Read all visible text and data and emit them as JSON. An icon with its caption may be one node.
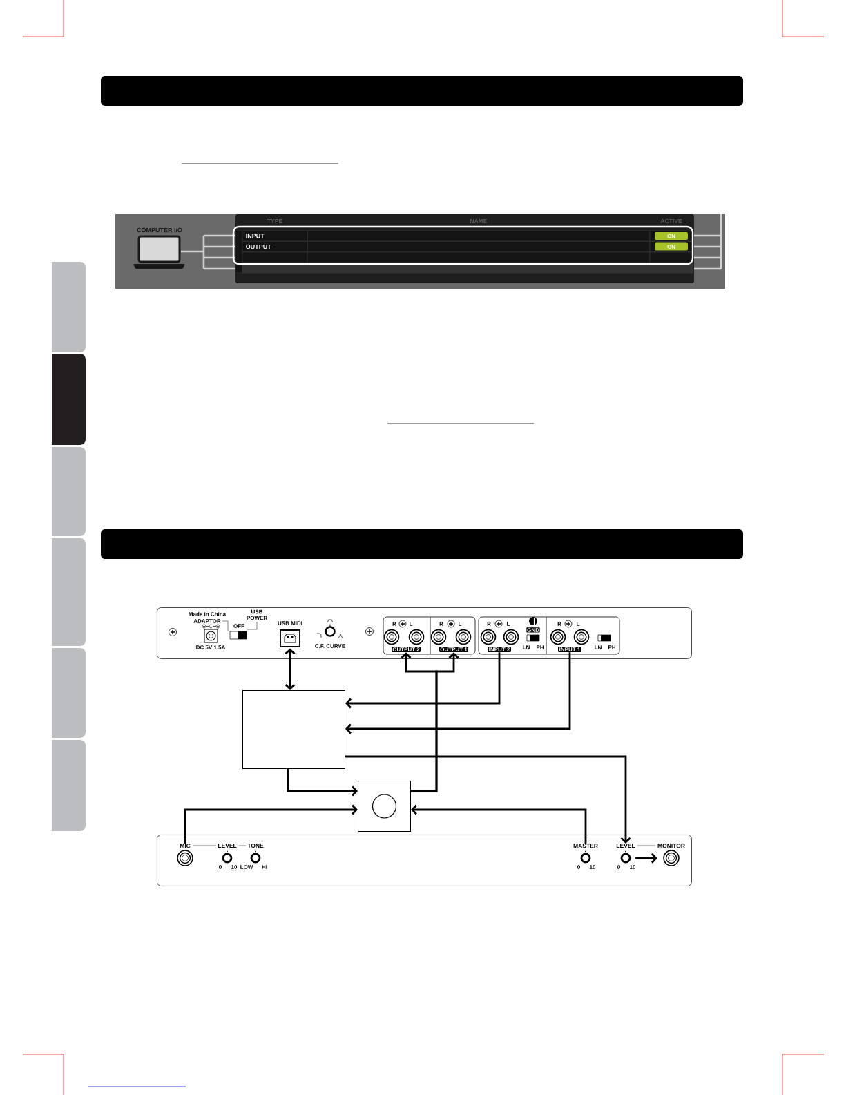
{
  "diagram": {
    "nodes": [
      {
        "text": [
          "Made in China",
          "ADAPTOR",
          "USB POWER",
          "R",
          "L",
          "R",
          "L",
          "R",
          "L",
          "R",
          "L",
          "OFF",
          "GND",
          "DC 5V 1.5A",
          "C.F. CURVE",
          "LN",
          "PH",
          "LN",
          "PH"
        ]
      },
      {
        "text": [
          "USB MIDI"
        ],
        "in": 0
      },
      {
        "text": [
          "OUTPUT 2"
        ],
        "in": 0
      },
      {
        "text": [
          "OUTPUT 1"
        ],
        "in": 0
      },
      {
        "text": [
          "INPUT 2"
        ],
        "in": 0
      },
      {
        "text": [
          "INPUT 1"
        ],
        "in": 0
      },
      {
        "text": [],
        "shape": "box"
      },
      {
        "text": [],
        "shape": "box"
      },
      {
        "text": [
          "LEVEL",
          "TONE",
          "0",
          "10",
          "LOW",
          "HI"
        ]
      },
      {
        "text": [
          "MIC"
        ],
        "in": 8
      },
      {
        "text": [
          "MASTER",
          "0",
          "10"
        ],
        "in": 8
      },
      {
        "text": [
          "LEVEL",
          "0",
          "10"
        ],
        "in": 8
      },
      {
        "text": [
          "MONITOR"
        ],
        "in": 8
      }
    ],
    "edges": [
      {
        "from": 1,
        "to": 6,
        "arrow": "both"
      },
      {
        "from": 7,
        "to": 2,
        "arrow": "to"
      },
      {
        "from": 7,
        "to": 3,
        "arrow": "to"
      },
      {
        "from": 4,
        "to": 6,
        "arrow": "to"
      },
      {
        "from": 5,
        "to": 6,
        "arrow": "to"
      },
      {
        "from": 6,
        "to": 11,
        "arrow": "to"
      },
      {
        "from": 6,
        "to": 7,
        "arrow": "to"
      },
      {
        "from": 9,
        "to": 7,
        "arrow": "to"
      },
      {
        "from": 10,
        "to": 7,
        "arrow": "to"
      },
      {
        "from": 11,
        "to": 12,
        "arrow": "to"
      }
    ],
    "labels": [
      "TYPE",
      "NAME",
      "ACTIVE",
      "COMPUTER I/O",
      "INPUT",
      "ON",
      "OUTPUT",
      "ON"
    ]
  }
}
